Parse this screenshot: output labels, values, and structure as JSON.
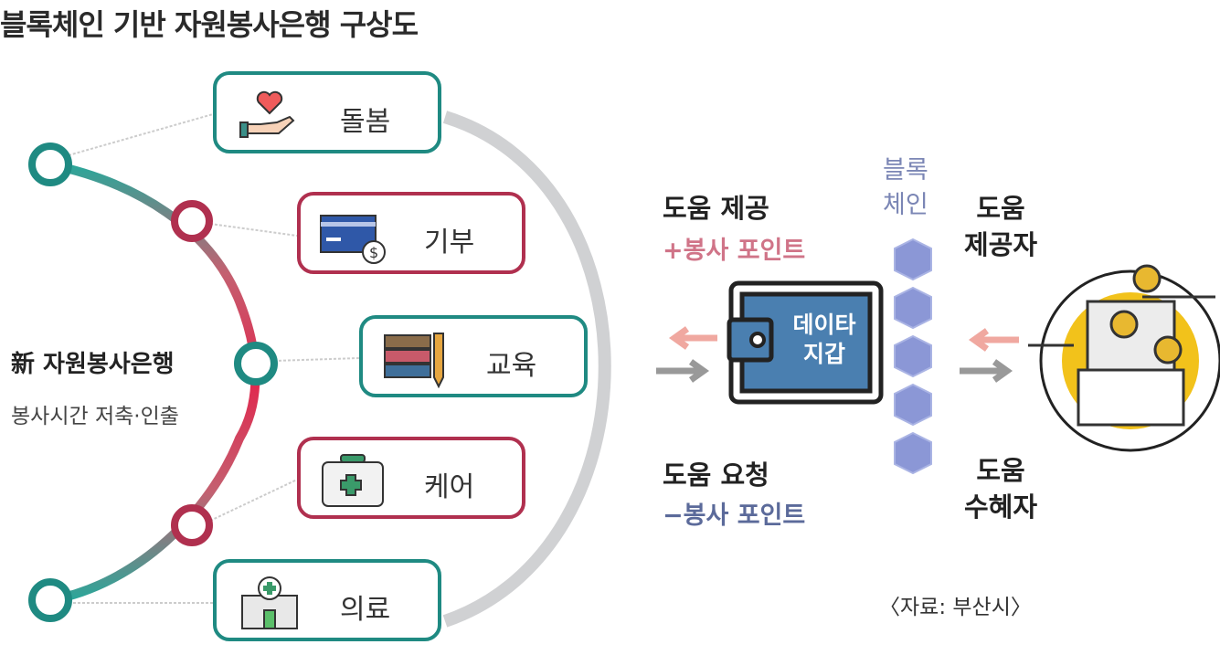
{
  "title": "블록체인 기반 자원봉사은행 구상도",
  "bank": {
    "name": "新 자원봉사은행",
    "subtitle": "봉사시간 저축·인출"
  },
  "services": [
    {
      "label": "돌봄",
      "icon": "heart-hand-icon"
    },
    {
      "label": "기부",
      "icon": "card-dollar-icon"
    },
    {
      "label": "교육",
      "icon": "books-pencil-icon"
    },
    {
      "label": "케어",
      "icon": "first-aid-kit-icon"
    },
    {
      "label": "의료",
      "icon": "hospital-icon"
    }
  ],
  "flow": {
    "provide": {
      "title": "도움 제공",
      "points": "+봉사 포인트"
    },
    "request": {
      "title": "도움 요청",
      "points": "−봉사 포인트"
    },
    "wallet": {
      "line1": "데이타",
      "line2": "지갑"
    },
    "blockchain": {
      "line1": "블록",
      "line2": "체인"
    },
    "provider": {
      "line1": "도움",
      "line2": "제공자"
    },
    "recipient": {
      "line1": "도움",
      "line2": "수혜자"
    }
  },
  "source": "〈자료: 부산시〉",
  "colors": {
    "teal": "#1f8a82",
    "red": "#b0304f",
    "pink": "#d07488",
    "slate": "#5b6a9a",
    "cube": "#8b97d6",
    "wallet": "#4a7fb0",
    "yellow": "#f2c21b"
  }
}
